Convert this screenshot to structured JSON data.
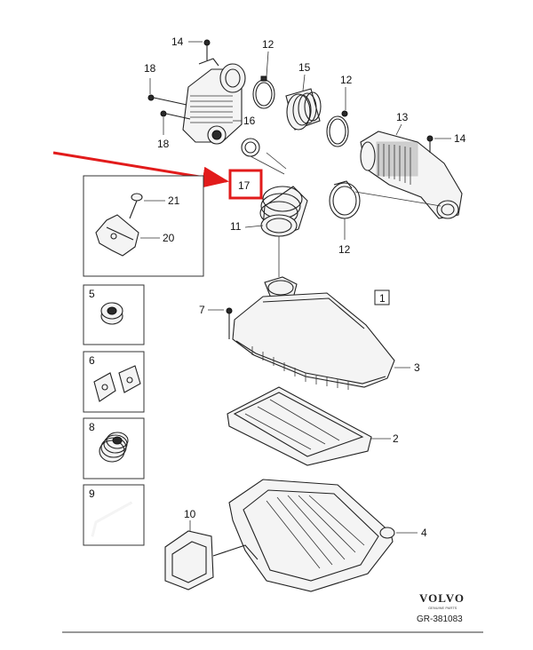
{
  "callouts": {
    "c1": "1",
    "c2": "2",
    "c3": "3",
    "c4": "4",
    "c7": "7",
    "c10": "10",
    "c11": "11",
    "c12a": "12",
    "c12b": "12",
    "c12c": "12",
    "c13": "13",
    "c14a": "14",
    "c14b": "14",
    "c15": "15",
    "c16": "16",
    "c17": "17",
    "c18a": "18",
    "c18b": "18",
    "c20": "20",
    "c21": "21"
  },
  "insets": {
    "i5": "5",
    "i6": "6",
    "i8": "8",
    "i9": "9"
  },
  "brand": {
    "name": "VOLVO",
    "sub": "GENUINE PARTS",
    "ref": "GR-381083"
  },
  "colors": {
    "highlight": "#e21b1b",
    "line": "#222222"
  }
}
